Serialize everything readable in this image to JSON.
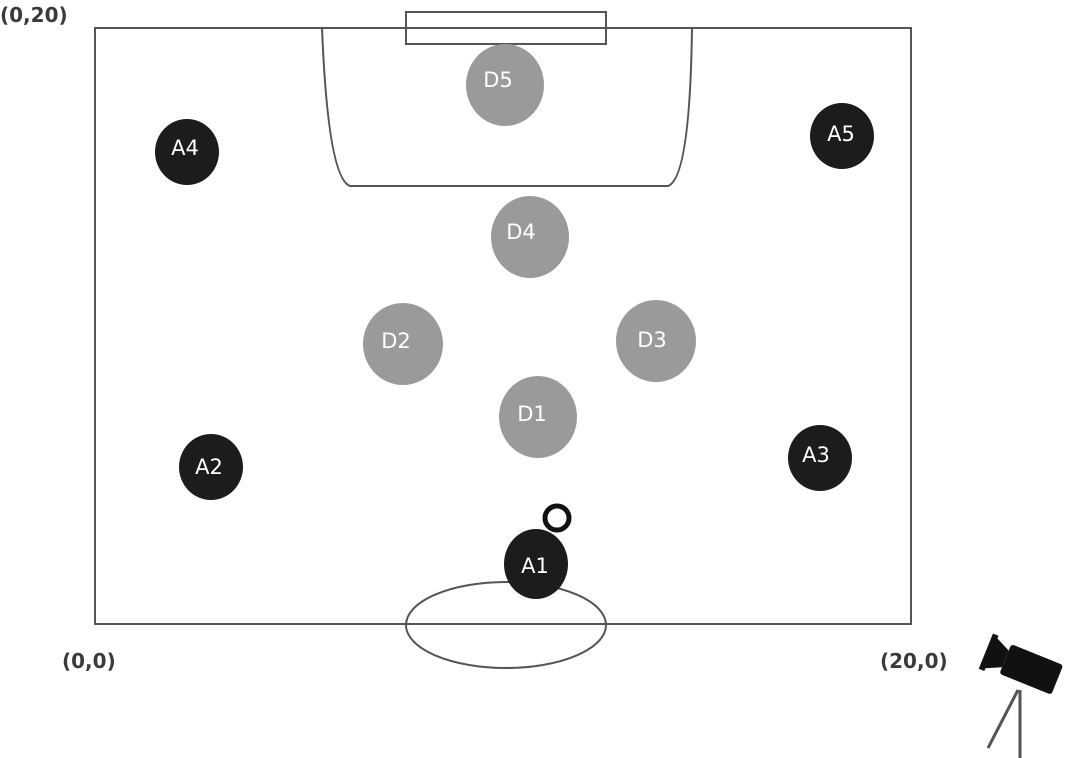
{
  "corner_labels": {
    "top_left": "(0,20)",
    "bottom_left": "(0,0)",
    "bottom_right": "(20,0)"
  },
  "colors": {
    "attacker": "#1c1c1c",
    "defender": "#9a9a9a",
    "line": "#555555"
  },
  "attackers": [
    {
      "label": "A1"
    },
    {
      "label": "A2"
    },
    {
      "label": "A3"
    },
    {
      "label": "A4"
    },
    {
      "label": "A5"
    }
  ],
  "defenders": [
    {
      "label": "D1"
    },
    {
      "label": "D2"
    },
    {
      "label": "D3"
    },
    {
      "label": "D4"
    },
    {
      "label": "D5"
    }
  ],
  "icons": {
    "ball": "ball-icon",
    "camera": "video-camera-icon"
  }
}
